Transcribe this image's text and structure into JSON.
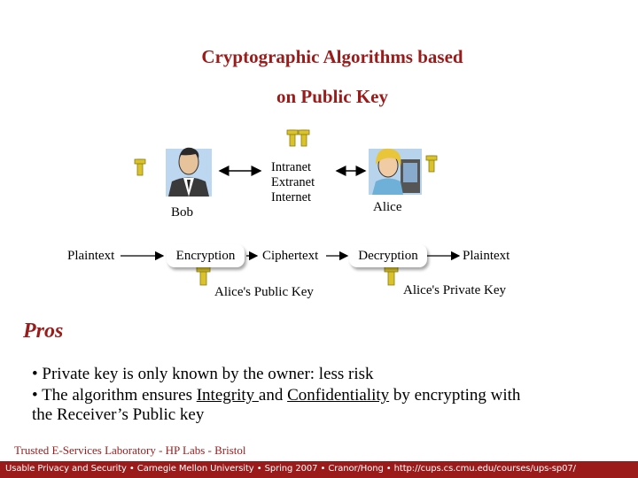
{
  "title": {
    "line1": "Cryptographic Algorithms based",
    "line2": "on Public Key"
  },
  "diagram": {
    "bob_label": "Bob",
    "alice_label": "Alice",
    "network": [
      "Intranet",
      "Extranet",
      "Internet"
    ],
    "flow": {
      "plaintext_left": "Plaintext",
      "encryption": "Encryption",
      "ciphertext": "Ciphertext",
      "decryption": "Decryption",
      "plaintext_right": "Plaintext"
    },
    "public_key_label": "Alice's Public Key",
    "private_key_label": "Alice's Private Key"
  },
  "pros": {
    "heading": "Pros",
    "bullet1": "Private key is only known by the owner: less risk",
    "bullet2_pre": "The algorithm ensures ",
    "bullet2_integrity": "Integrity ",
    "bullet2_mid": "and ",
    "bullet2_confidentiality": "Confidentiality",
    "bullet2_post": " by encrypting with",
    "bullet2_line2": "the Receiver’s Public key"
  },
  "lab_credit": "Trusted E-Services Laboratory - HP Labs - Bristol",
  "footer": "Usable Privacy and Security • Carnegie Mellon University • Spring 2007 • Cranor/Hong • http://cups.cs.cmu.edu/courses/ups-sp07/",
  "colors": {
    "accent": "#9b1b1b",
    "key": "#d9c22a"
  }
}
